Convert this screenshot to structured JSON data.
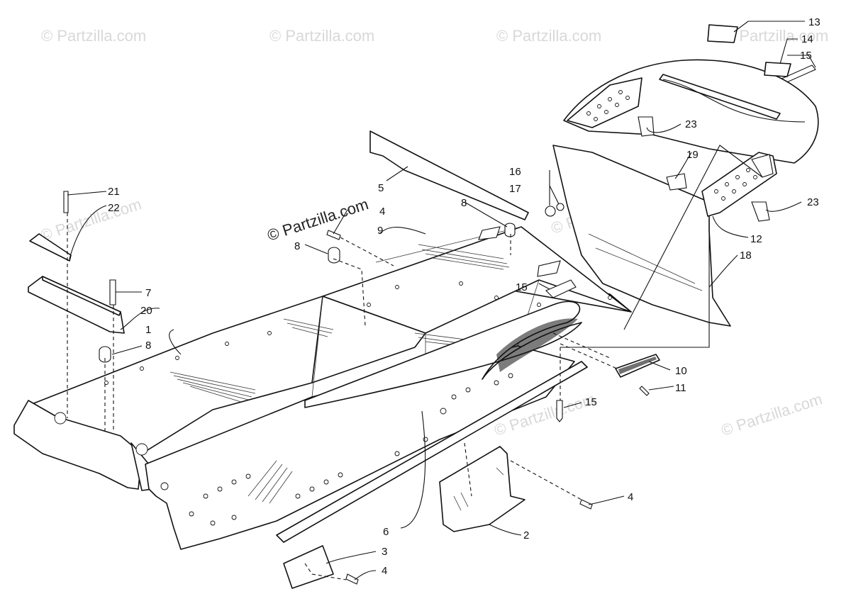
{
  "brand_label": "© Partzilla.com",
  "watermark_text": "© Partzilla.com",
  "callouts": {
    "c1": "1",
    "c2": "2",
    "c3": "3",
    "c4a": "4",
    "c4b": "4",
    "c4c": "4",
    "c5": "5",
    "c6": "6",
    "c7": "7",
    "c8a": "8",
    "c8b": "8",
    "c8c": "8",
    "c9": "9",
    "c10": "10",
    "c11": "11",
    "c12": "12",
    "c13": "13",
    "c14": "14",
    "c15a": "15",
    "c15b": "15",
    "c15c": "15",
    "c16": "16",
    "c17": "17",
    "c18": "18",
    "c19": "19",
    "c20": "20",
    "c21": "21",
    "c22": "22",
    "c23a": "23",
    "c23b": "23"
  }
}
